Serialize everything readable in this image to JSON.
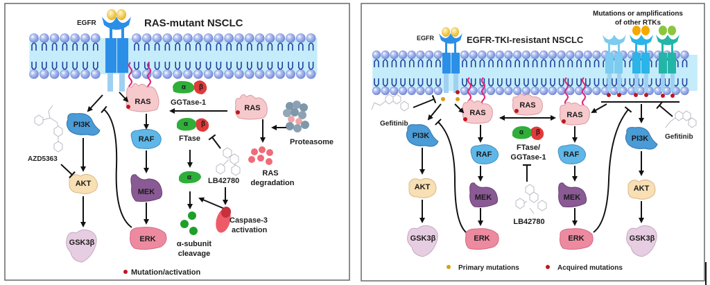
{
  "panels": [
    {
      "title": "RAS-mutant NSCLC",
      "receptor_label": "EGFR",
      "proteins": {
        "ras_membrane": "RAS",
        "ras_free": "RAS",
        "raf": "RAF",
        "mek": "MEK",
        "erk": "ERK",
        "pi3k": "PI3K",
        "akt": "AKT",
        "gsk3b": "GSK3β"
      },
      "enzymes": {
        "ggtase_alpha": "α",
        "ggtase_beta": "β",
        "ggtase_label": "GGTase-1",
        "ftase_alpha": "α",
        "ftase_beta": "β",
        "ftase_label": "FTase",
        "alpha_subunit": "α"
      },
      "drugs": {
        "akt_inhibitor": "AZD5363",
        "ftase_inhibitor": "LB42780"
      },
      "labels": {
        "proteasome": "Proteasome",
        "ras_degradation": "RAS\ndegradation",
        "ras_degradation_line1": "RAS",
        "ras_degradation_line2": "degradation",
        "caspase_line1": "Caspase-3",
        "caspase_line2": "activation",
        "cleavage_line1": "α-subunit",
        "cleavage_line2": "cleavage"
      },
      "legend": [
        {
          "label": "Mutation/activation",
          "color": "#c0161c"
        }
      ]
    },
    {
      "title": "EGFR-TKI-resistant NSCLC",
      "receptor_label": "EGFR",
      "other_rtk_label_line1": "Mutations or amplifications",
      "other_rtk_label_line2": "of other RTKs",
      "proteins": {
        "ras_left": "RAS",
        "ras_center": "RAS",
        "ras_right": "RAS",
        "raf_left": "RAF",
        "raf_right": "RAF",
        "mek_left": "MEK",
        "mek_right": "MEK",
        "erk_left": "ERK",
        "erk_right": "ERK",
        "pi3k_left": "PI3K",
        "pi3k_right": "PI3K",
        "akt_left": "AKT",
        "akt_right": "AKT",
        "gsk3b_left": "GSK3β",
        "gsk3b_right": "GSK3β"
      },
      "enzymes": {
        "alpha": "α",
        "beta": "β",
        "label_line1": "FTase/",
        "label_line2": "GGTase-1"
      },
      "drugs": {
        "egfr_inhibitor_left": "Gefitinib",
        "egfr_inhibitor_right": "Gefitinib",
        "ftase_inhibitor": "LB42780"
      },
      "legend": [
        {
          "label": "Primary mutations",
          "color": "#d4a017"
        },
        {
          "label": "Acquired mutations",
          "color": "#c0161c"
        }
      ]
    }
  ],
  "colors": {
    "membrane_head": "#9aaee8",
    "membrane_band": "#c4ecfa",
    "lipid_tail": "#1f3f9a",
    "egfr": "#2b8fe8",
    "egfr_tail": "#9fd0f2",
    "ligand": "#f2c232",
    "ras": "#f6c9cc",
    "raf": "#5fb7e8",
    "pi3k": "#4a9bd6",
    "mek": "#8a5a94",
    "erk": "#ee8aa0",
    "akt": "#f8dfb4",
    "gsk3b": "#e7cde2",
    "alpha_green": "#2fae3a",
    "beta_red": "#e03a3a",
    "lipid_anchor": "#e0237a",
    "rtk_light": "#7ccbf0",
    "rtk_mid": "#2ab4e8",
    "rtk_teal": "#23b5a8",
    "ligand_orange": "#f5a800",
    "ligand_green": "#8cc63f"
  }
}
